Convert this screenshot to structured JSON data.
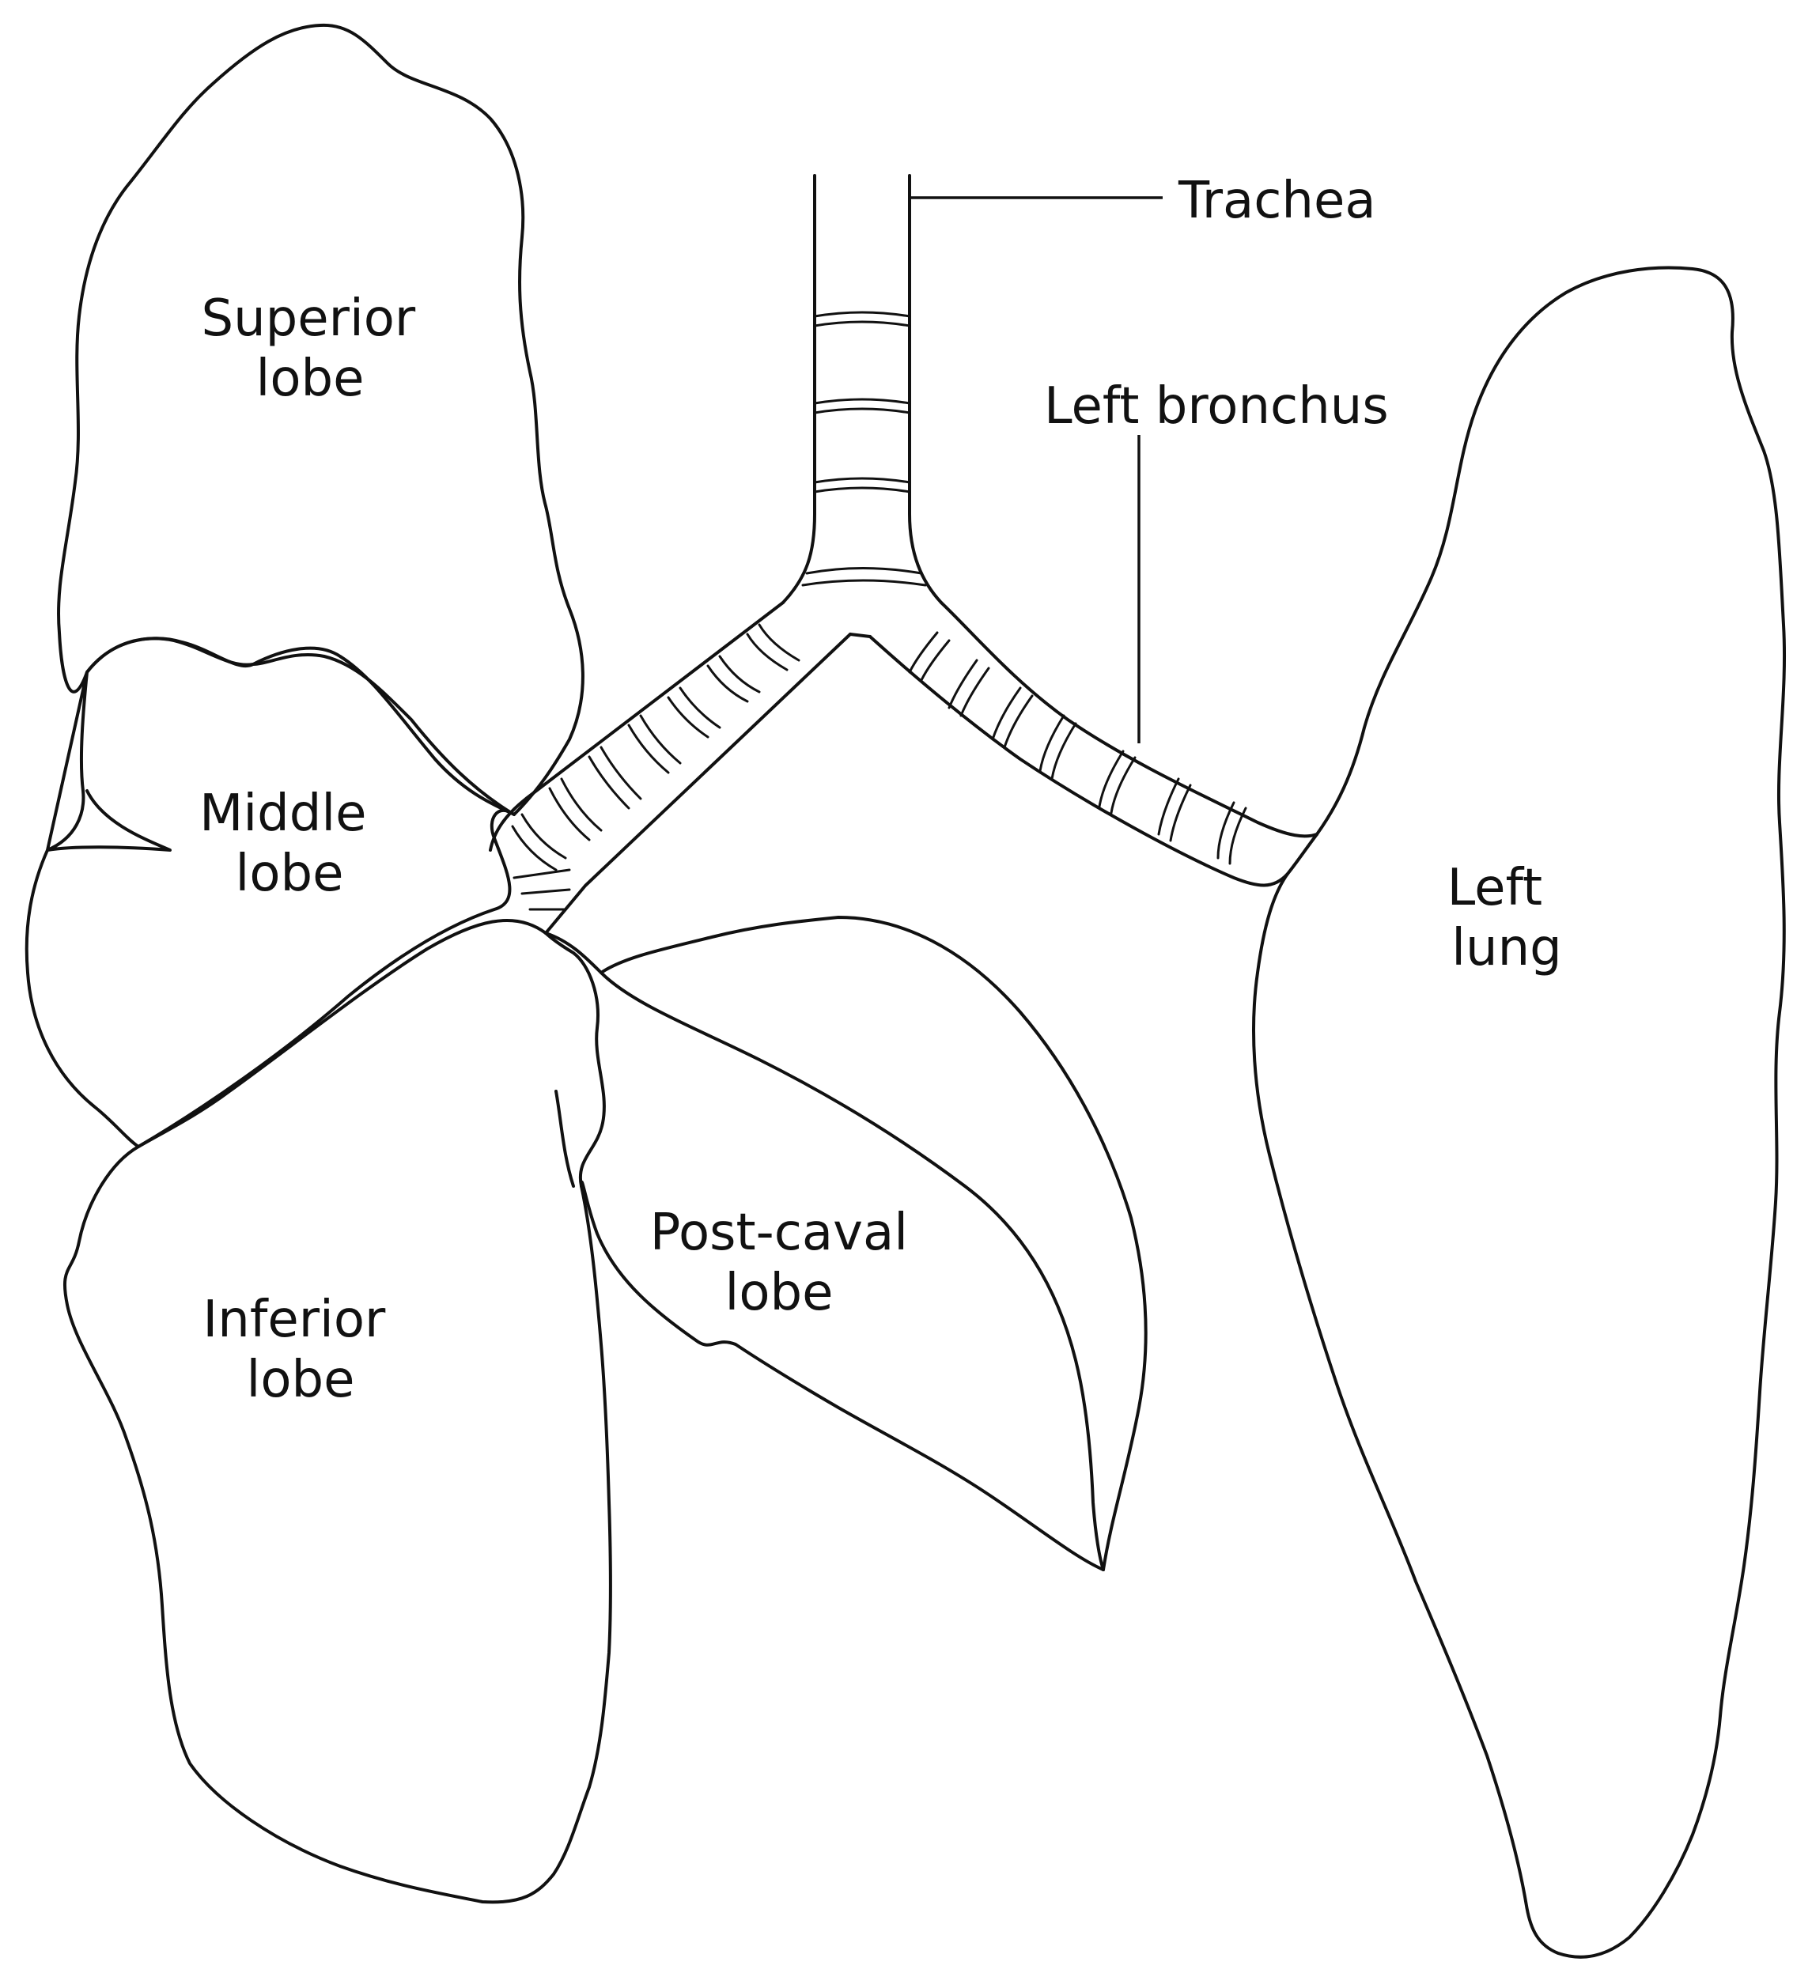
{
  "labels": {
    "superior_lobe": [
      "Superior",
      "lobe"
    ],
    "middle_lobe": [
      "Middle",
      "lobe"
    ],
    "inferior_lobe": [
      "Inferior",
      "lobe"
    ],
    "post_caval_lobe": [
      "Post-caval",
      "lobe"
    ],
    "left_lung": [
      "Left",
      "lung"
    ],
    "trachea": "Trachea",
    "left_bronchus": "Left bronchus"
  }
}
